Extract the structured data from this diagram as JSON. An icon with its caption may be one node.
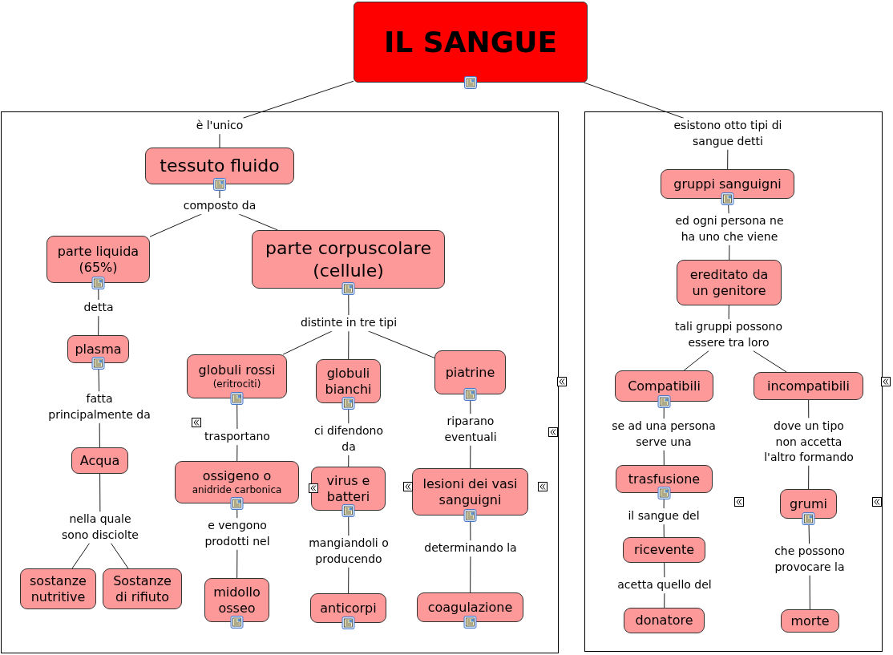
{
  "diagram": {
    "nodes": [
      {
        "text": [
          "IL SANGUE"
        ]
      },
      {
        "text": [],
        "shape": "box"
      },
      {
        "text": [
          "è l'unico"
        ],
        "in": 1
      },
      {
        "text": [
          "tessuto fluido"
        ],
        "in": 1
      },
      {
        "text": [
          "composto da"
        ],
        "in": 1
      },
      {
        "text": [
          "parte liquida (65%)"
        ],
        "in": 1
      },
      {
        "text": [
          "parte corpuscolare (cellule)"
        ],
        "in": 1
      },
      {
        "text": [
          "detta"
        ],
        "in": 1
      },
      {
        "text": [
          "plasma"
        ],
        "in": 1
      },
      {
        "text": [
          "fatta principalmente da"
        ],
        "in": 1
      },
      {
        "text": [
          "Acqua"
        ],
        "in": 1
      },
      {
        "text": [
          "nella quale sono disciolte"
        ],
        "in": 1
      },
      {
        "text": [
          "sostanze nutritive"
        ],
        "in": 1
      },
      {
        "text": [
          "Sostanze di rifiuto"
        ],
        "in": 1
      },
      {
        "text": [
          "distinte in tre tipi"
        ],
        "in": 1
      },
      {
        "text": [
          "globuli rossi",
          "(eritrociti)"
        ],
        "in": 1
      },
      {
        "text": [
          "globuli bianchi"
        ],
        "in": 1
      },
      {
        "text": [
          "piatrine"
        ],
        "in": 1
      },
      {
        "text": [
          "trasportano"
        ],
        "in": 1
      },
      {
        "text": [
          "ossigeno o",
          "anidride carbonica"
        ],
        "in": 1
      },
      {
        "text": [
          "ci difendono da"
        ],
        "in": 1
      },
      {
        "text": [
          "virus e batteri"
        ],
        "in": 1
      },
      {
        "text": [
          "riparano eventuali"
        ],
        "in": 1
      },
      {
        "text": [
          "lesioni dei vasi sanguigni"
        ],
        "in": 1
      },
      {
        "text": [
          "e vengono prodotti nel"
        ],
        "in": 1
      },
      {
        "text": [
          "midollo osseo"
        ],
        "in": 1
      },
      {
        "text": [
          "mangiandoli o producendo"
        ],
        "in": 1
      },
      {
        "text": [
          "anticorpi"
        ],
        "in": 1
      },
      {
        "text": [
          "determinando la"
        ],
        "in": 1
      },
      {
        "text": [
          "coagulazione"
        ],
        "in": 1
      },
      {
        "text": [],
        "shape": "box"
      },
      {
        "text": [
          "esistono otto tipi di sangue detti"
        ],
        "in": 30
      },
      {
        "text": [
          "gruppi sanguigni"
        ],
        "in": 30
      },
      {
        "text": [
          "ed ogni persona ne ha uno che viene"
        ],
        "in": 30
      },
      {
        "text": [
          "ereditato da un genitore"
        ],
        "in": 30
      },
      {
        "text": [
          "tali gruppi possono essere tra loro"
        ],
        "in": 30
      },
      {
        "text": [
          "Compatibili"
        ],
        "in": 30
      },
      {
        "text": [
          "incompatibili"
        ],
        "in": 30
      },
      {
        "text": [
          "se ad una persona serve una"
        ],
        "in": 30
      },
      {
        "text": [
          "trasfusione"
        ],
        "in": 30
      },
      {
        "text": [
          "il sangue del"
        ],
        "in": 30
      },
      {
        "text": [
          "ricevente"
        ],
        "in": 30
      },
      {
        "text": [
          "acetta quello del"
        ],
        "in": 30
      },
      {
        "text": [
          "donatore"
        ],
        "in": 30
      },
      {
        "text": [
          "dove un tipo non accetta l'altro formando"
        ],
        "in": 30
      },
      {
        "text": [
          "grumi"
        ],
        "in": 30
      },
      {
        "text": [
          "che possono provocare la"
        ],
        "in": 30
      },
      {
        "text": [
          "morte"
        ],
        "in": 30
      }
    ],
    "edges": [
      {
        "from": 0,
        "to": 2,
        "arrow": "none"
      },
      {
        "from": 2,
        "to": 3,
        "arrow": "none"
      },
      {
        "from": 3,
        "to": 4,
        "arrow": "none"
      },
      {
        "from": 4,
        "to": 5,
        "arrow": "none"
      },
      {
        "from": 4,
        "to": 6,
        "arrow": "none"
      },
      {
        "from": 5,
        "to": 7,
        "arrow": "none"
      },
      {
        "from": 7,
        "to": 8,
        "arrow": "none"
      },
      {
        "from": 8,
        "to": 9,
        "arrow": "none"
      },
      {
        "from": 9,
        "to": 10,
        "arrow": "none"
      },
      {
        "from": 10,
        "to": 11,
        "arrow": "none"
      },
      {
        "from": 11,
        "to": 12,
        "arrow": "none"
      },
      {
        "from": 11,
        "to": 13,
        "arrow": "none"
      },
      {
        "from": 6,
        "to": 14,
        "arrow": "none"
      },
      {
        "from": 14,
        "to": 15,
        "arrow": "none"
      },
      {
        "from": 14,
        "to": 16,
        "arrow": "none"
      },
      {
        "from": 14,
        "to": 17,
        "arrow": "none"
      },
      {
        "from": 15,
        "to": 18,
        "arrow": "none"
      },
      {
        "from": 18,
        "to": 19,
        "arrow": "none"
      },
      {
        "from": 16,
        "to": 20,
        "arrow": "none"
      },
      {
        "from": 20,
        "to": 21,
        "arrow": "none"
      },
      {
        "from": 17,
        "to": 22,
        "arrow": "none"
      },
      {
        "from": 22,
        "to": 23,
        "arrow": "none"
      },
      {
        "from": 19,
        "to": 24,
        "arrow": "none"
      },
      {
        "from": 24,
        "to": 25,
        "arrow": "none"
      },
      {
        "from": 21,
        "to": 26,
        "arrow": "none"
      },
      {
        "from": 26,
        "to": 27,
        "arrow": "none"
      },
      {
        "from": 23,
        "to": 28,
        "arrow": "none"
      },
      {
        "from": 28,
        "to": 29,
        "arrow": "none"
      },
      {
        "from": 0,
        "to": 31,
        "arrow": "none"
      },
      {
        "from": 31,
        "to": 32,
        "arrow": "none"
      },
      {
        "from": 32,
        "to": 33,
        "arrow": "none"
      },
      {
        "from": 33,
        "to": 34,
        "arrow": "none"
      },
      {
        "from": 34,
        "to": 35,
        "arrow": "none"
      },
      {
        "from": 35,
        "to": 36,
        "arrow": "none"
      },
      {
        "from": 35,
        "to": 37,
        "arrow": "none"
      },
      {
        "from": 36,
        "to": 38,
        "arrow": "none"
      },
      {
        "from": 38,
        "to": 39,
        "arrow": "none"
      },
      {
        "from": 39,
        "to": 40,
        "arrow": "none"
      },
      {
        "from": 40,
        "to": 41,
        "arrow": "none"
      },
      {
        "from": 41,
        "to": 42,
        "arrow": "none"
      },
      {
        "from": 42,
        "to": 43,
        "arrow": "none"
      },
      {
        "from": 37,
        "to": 44,
        "arrow": "none"
      },
      {
        "from": 44,
        "to": 45,
        "arrow": "none"
      },
      {
        "from": 45,
        "to": 46,
        "arrow": "none"
      },
      {
        "from": 46,
        "to": 47,
        "arrow": "none"
      }
    ]
  }
}
